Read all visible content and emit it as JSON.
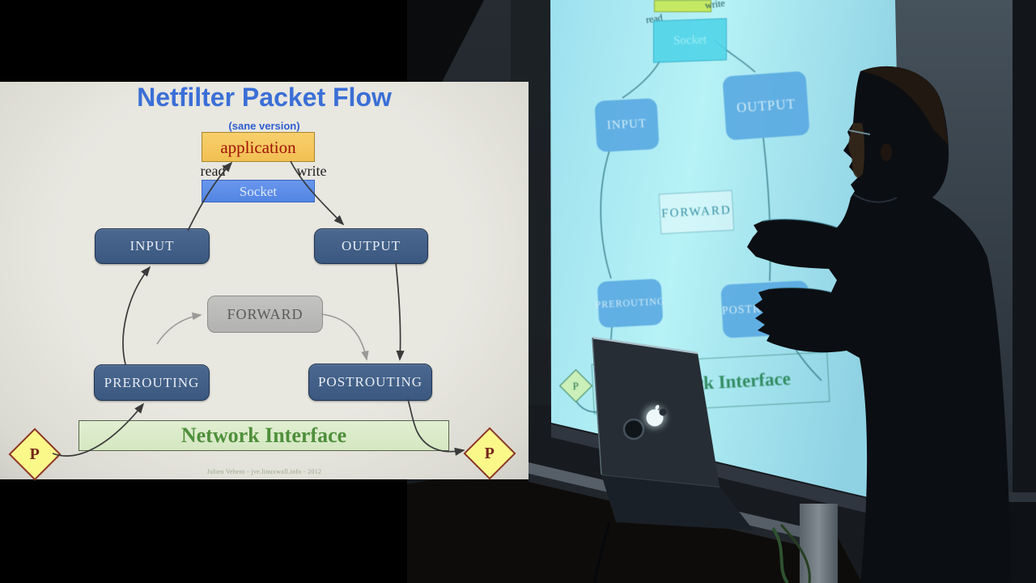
{
  "slide": {
    "title": "Netfilter Packet Flow",
    "subtitle": "(sane version)",
    "footer": "Julien Vehent - jve.linuxwall.info - 2012",
    "labels": {
      "application": "application",
      "socket": "Socket",
      "input": "INPUT",
      "output": "OUTPUT",
      "forward": "FORWARD",
      "prerouting": "PREROUTING",
      "postrouting": "POSTROUTING",
      "network_interface": "Network Interface",
      "packet": "P",
      "read": "read",
      "write": "write"
    },
    "colors": {
      "slide_bg": "#e5e4dd",
      "title_text": "#3a6fd6",
      "application_bg": "#f6c75f",
      "application_text": "#a01208",
      "socket_bg": "#5d8ee8",
      "socket_text": "#dce8fa",
      "chain_bg": "#42608a",
      "chain_text": "#e8ecf2",
      "forward_bg": "#bdbdbb",
      "forward_text": "#595957",
      "interface_bg": "#dcecca",
      "interface_text": "#4f8f3a",
      "packet_bg": "#fbf88a",
      "packet_border": "#8a3428",
      "arrow_dark": "#3a3a3a",
      "arrow_light": "#9a9a98",
      "footer_text": "#9aa78e"
    }
  },
  "projection": {
    "colors": {
      "screen": "#a9edf3",
      "box_blue": "#58a8e2",
      "box_text": "#d6eef8",
      "socket_cyan": "#4ed3e8",
      "application_green": "#c6e95e",
      "line_teal": "#19606e",
      "interface_green": "#2f8a5e",
      "packet_green_bg": "#ccf0b8"
    }
  },
  "scene": {
    "icons": {
      "apple_logo": "apple-logo"
    }
  }
}
